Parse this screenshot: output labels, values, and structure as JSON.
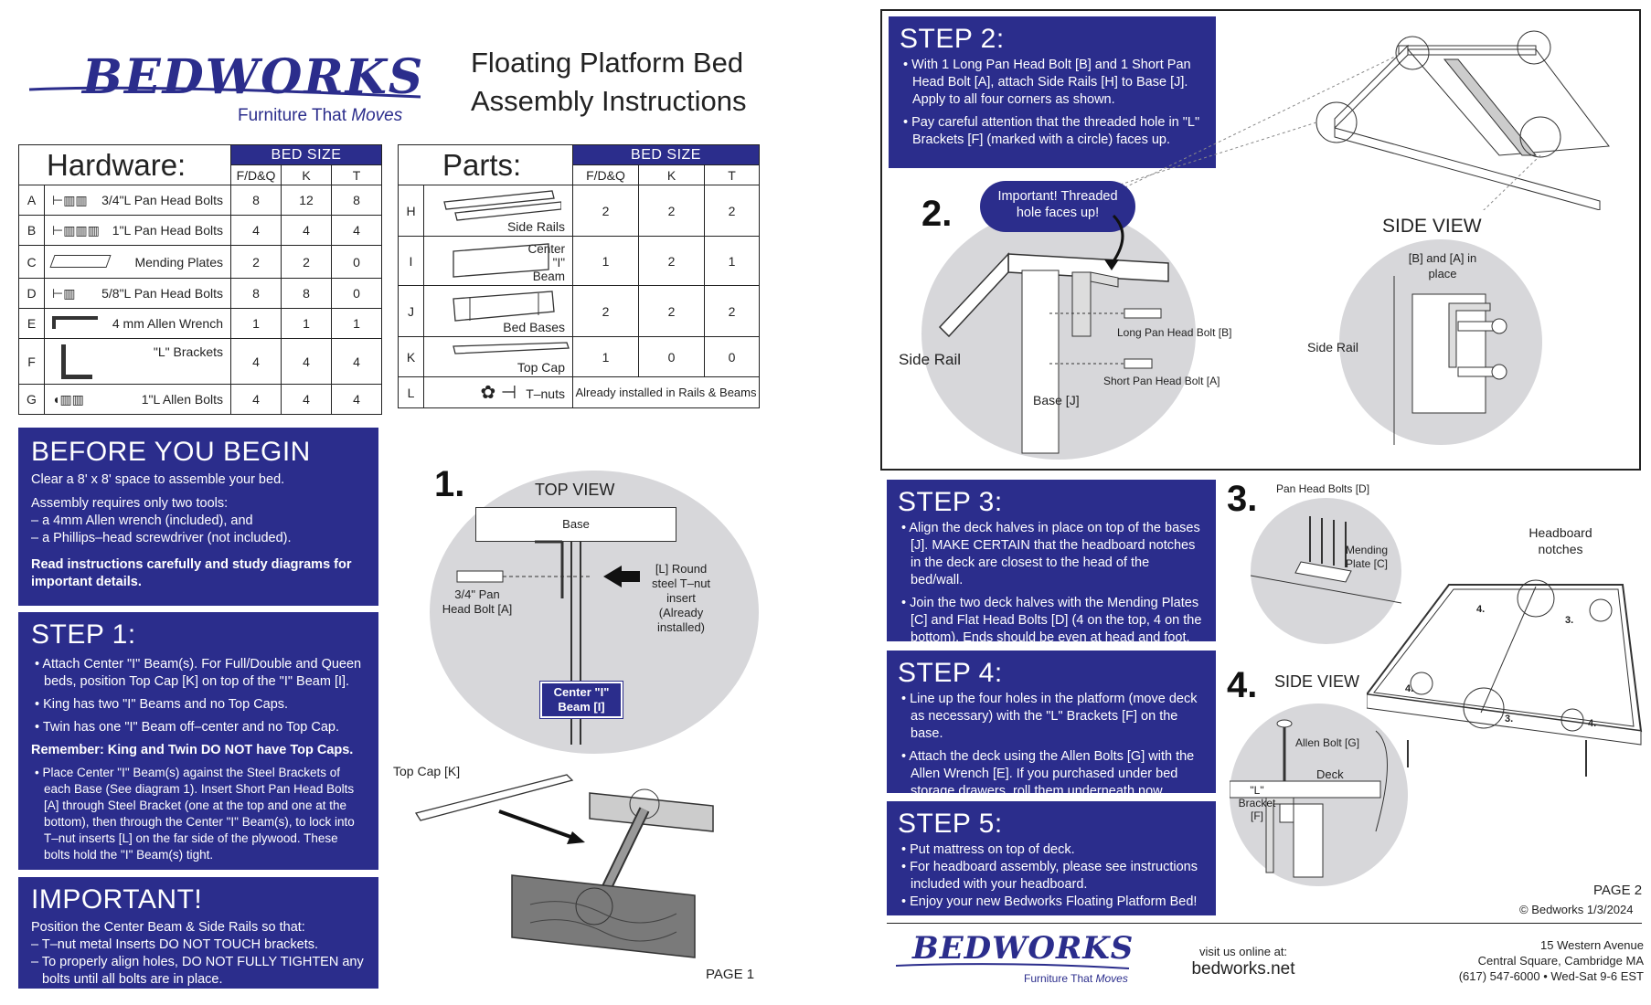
{
  "logo": {
    "wordmark": "BEDWORKS",
    "tagline_prefix": "Furniture That ",
    "tagline_emph": "Moves"
  },
  "title": {
    "line1": "Floating Platform Bed",
    "line2": "Assembly Instructions"
  },
  "hardware_table": {
    "title": "Hardware:",
    "bed_size_label": "BED SIZE",
    "columns": [
      "F/D&Q",
      "K",
      "T"
    ],
    "rows": [
      {
        "key": "A",
        "item": "3/4\"L Pan Head Bolts",
        "values": [
          "8",
          "12",
          "8"
        ],
        "icon": "bolt-icon"
      },
      {
        "key": "B",
        "item": "1\"L  Pan Head Bolts",
        "values": [
          "4",
          "4",
          "4"
        ],
        "icon": "bolt-icon"
      },
      {
        "key": "C",
        "item": "Mending Plates",
        "values": [
          "2",
          "2",
          "0"
        ],
        "icon": "plate-icon"
      },
      {
        "key": "D",
        "item": "5/8\"L Pan Head Bolts",
        "values": [
          "8",
          "8",
          "0"
        ],
        "icon": "bolt-icon"
      },
      {
        "key": "E",
        "item": "4 mm Allen Wrench",
        "values": [
          "1",
          "1",
          "1"
        ],
        "icon": "wrench-icon"
      },
      {
        "key": "F",
        "item": "\"L\" Brackets",
        "values": [
          "4",
          "4",
          "4"
        ],
        "icon": "bracket-icon"
      },
      {
        "key": "G",
        "item": "1\"L Allen Bolts",
        "values": [
          "4",
          "4",
          "4"
        ],
        "icon": "allen-bolt-icon"
      }
    ]
  },
  "parts_table": {
    "title": "Parts:",
    "bed_size_label": "BED SIZE",
    "columns": [
      "F/D&Q",
      "K",
      "T"
    ],
    "rows": [
      {
        "key": "H",
        "item": "Side Rails",
        "values": [
          "2",
          "2",
          "2"
        ]
      },
      {
        "key": "I",
        "item": "Center \"I\" Beam",
        "values": [
          "1",
          "2",
          "1"
        ]
      },
      {
        "key": "J",
        "item": "Bed Bases",
        "values": [
          "2",
          "2",
          "2"
        ]
      },
      {
        "key": "K",
        "item": "Top Cap",
        "values": [
          "1",
          "0",
          "0"
        ]
      }
    ],
    "last_row": {
      "key": "L",
      "item": "T–nuts",
      "note": "Already installed in Rails & Beams"
    }
  },
  "before": {
    "title": "BEFORE YOU BEGIN",
    "line1": "Clear a 8' x 8' space to assemble your bed.",
    "line2": "Assembly requires only two tools:",
    "line3": "– a 4mm Allen wrench (included), and",
    "line4": "– a Phillips–head screwdriver (not included).",
    "bold": "Read instructions carefully and study diagrams for important details."
  },
  "step1": {
    "title": "STEP 1:",
    "b1": "Attach Center \"I\" Beam(s). For Full/Double and Queen beds, position Top Cap [K] on top of the \"I\" Beam [I].",
    "b2": "King has two \"I\" Beams and no Top Caps.",
    "b3": "Twin has one \"I\" Beam off–center and no Top Cap.",
    "remember": "Remember: King and Twin DO NOT have Top Caps.",
    "b4": "Place Center \"I\" Beam(s) against the Steel Brackets of each Base (See diagram 1). Insert Short Pan Head Bolts [A] through Steel Bracket (one at the top and one at the bottom), then through the Center \"I\" Beam(s), to lock into T–nut inserts [L] on the far side of the plywood. These bolts hold the \"I\" Beam(s) tight."
  },
  "important": {
    "title": "IMPORTANT!",
    "line1": "Position the Center Beam & Side Rails so that:",
    "line2": "– T–nut metal Inserts DO NOT TOUCH brackets.",
    "line3": "– To properly align holes, DO NOT FULLY TIGHTEN any bolts until all bolts are in place."
  },
  "diagram1": {
    "num": "1.",
    "view": "TOP VIEW",
    "base": "Base",
    "bolt": "3/4\" Pan Head Bolt [A]",
    "tnut": "[L] Round steel T–nut insert (Already installed)",
    "beam": "Center \"I\" Beam [I]",
    "topcap": "Top Cap [K]"
  },
  "page1": "PAGE 1",
  "step2": {
    "title": "STEP 2:",
    "b1": "With 1 Long Pan Head Bolt [B] and 1 Short Pan Head Bolt [A], attach Side Rails [H] to Base [J]. Apply to all four corners as shown.",
    "b2": "Pay careful attention that the threaded hole in \"L\" Brackets [F] (marked with a circle) faces up."
  },
  "diagram2": {
    "num": "2.",
    "bubble": "Important! Threaded hole faces up!",
    "side_rail": "Side Rail",
    "long_bolt": "Long Pan Head Bolt [B]",
    "short_bolt": "Short Pan Head Bolt [A]",
    "base": "Base [J]",
    "side_view": "SIDE VIEW",
    "in_place": "[B] and [A] in place",
    "side_rail2": "Side Rail"
  },
  "step3": {
    "title": "STEP 3:",
    "b1": "Align the deck halves in place on top of the bases [J]. MAKE CERTAIN that the headboard notches in the deck are closest to the head of the bed/wall.",
    "b2": "Join the two deck halves with the Mending Plates [C] and Flat Head Bolts [D] (4 on the top, 4 on the bottom). Ends should be even at head and foot."
  },
  "step4": {
    "title": "STEP 4:",
    "b1": "Line up the four holes in the platform (move deck as necessary) with the \"L\" Brackets [F] on the base.",
    "b2": "Attach the deck using the Allen Bolts [G] with the Allen Wrench [E]. If you purchased under bed storage drawers, roll them underneath now."
  },
  "step5": {
    "title": "STEP 5:",
    "b1": "Put mattress on top of deck.",
    "b2": "For headboard assembly, please see instructions included with your headboard.",
    "b3": "Enjoy your new Bedworks Floating Platform Bed!"
  },
  "diagram3": {
    "num": "3.",
    "pan_bolts": "Pan Head Bolts [D]",
    "mending": "Mending Plate [C]",
    "notches": "Headboard notches",
    "mark3": "3.",
    "mark4": "4."
  },
  "diagram4": {
    "num": "4.",
    "side_view": "SIDE VIEW",
    "allen": "Allen Bolt [G]",
    "deck": "Deck",
    "bracket": "\"L\" Bracket [F]"
  },
  "page2": "PAGE 2",
  "copyright": "© Bedworks 1/3/2024",
  "footer": {
    "visit": "visit us online at:",
    "url": "bedworks.net",
    "addr1": "15 Western Avenue",
    "addr2": "Central Square, Cambridge MA",
    "addr3": "(617) 547-6000 • Wed-Sat 9-6  EST"
  },
  "colors": {
    "brand_blue": "#2b2d8c",
    "diagram_grey": "#d7d7da"
  }
}
